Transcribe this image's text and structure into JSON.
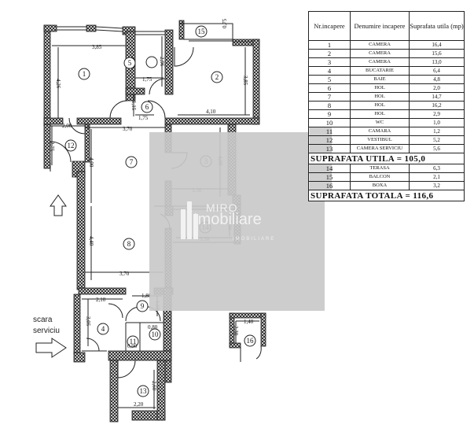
{
  "legend": {
    "headers": {
      "nr": "Nr.incapere",
      "name": "Denumire incapere",
      "area": "Suprafata utila (mp)"
    },
    "rows": [
      {
        "nr": "1",
        "name": "CAMERA",
        "area": "16,4"
      },
      {
        "nr": "2",
        "name": "CAMERA",
        "area": "15,6"
      },
      {
        "nr": "3",
        "name": "CAMERA",
        "area": "13,0"
      },
      {
        "nr": "4",
        "name": "BUCATARIE",
        "area": "6,4"
      },
      {
        "nr": "5",
        "name": "BAIE",
        "area": "4,8"
      },
      {
        "nr": "6",
        "name": "HOL",
        "area": "2,0"
      },
      {
        "nr": "7",
        "name": "HOL",
        "area": "14,7"
      },
      {
        "nr": "8",
        "name": "HOL",
        "area": "16,2"
      },
      {
        "nr": "9",
        "name": "HOL",
        "area": "2,9"
      },
      {
        "nr": "10",
        "name": "WC",
        "area": "1,0"
      },
      {
        "nr": "11",
        "name": "CAMARA",
        "area": "1,2"
      },
      {
        "nr": "12",
        "name": "VESTIBUL",
        "area": "5,2"
      },
      {
        "nr": "13",
        "name": "CAMERA SERVICIU",
        "area": "5,6"
      }
    ],
    "subtotal": "SUPRAFATA UTILA = 105,0",
    "extra_rows": [
      {
        "nr": "14",
        "name": "TERASA",
        "area": "6,3"
      },
      {
        "nr": "15",
        "name": "BALCON",
        "area": "2,1"
      },
      {
        "nr": "16",
        "name": "BOXA",
        "area": "3,2"
      }
    ],
    "total": "SUPRAFATA TOTALA = 116,6"
  },
  "plan": {
    "rooms": {
      "r1": "1",
      "r2": "2",
      "r3": "3",
      "r4": "4",
      "r5": "5",
      "r6": "6",
      "r7": "7",
      "r8": "8",
      "r9": "9",
      "r10": "10",
      "r11": "11",
      "r12": "12",
      "r13": "13",
      "r14": "14",
      "r15": "15",
      "r16": "16"
    },
    "dims": {
      "d1w": "3,85",
      "d1h": "4,26",
      "d5w": "1,75",
      "d5h": "2,96",
      "d6w": "1,75",
      "d6h": "1,15",
      "d2w": "4,10",
      "d2h": "3,85",
      "d15h": "0,75",
      "d12w": "2,00",
      "d12h": "2,75",
      "d7w": "3,70",
      "d7h": "4,00",
      "d3w": "3,30",
      "d3h": "4,00",
      "d14w": "3,30",
      "d14h": "1,90",
      "d8w": "3,70",
      "d8h": "4,40",
      "d4w": "2,10",
      "d4h": "3,05",
      "d9w": "1,80",
      "d9h": "1,60",
      "d10w": "0,80",
      "d11w": "0,90",
      "d13w": "2,20",
      "d13h": "2,60",
      "d16w": "1,40",
      "d16h": "2,30"
    },
    "labels": {
      "service_stairs_line1": "scara",
      "service_stairs_line2": "serviciu"
    }
  },
  "watermark": {
    "line1": "MIRO",
    "line2": "Imobiliare",
    "line3": "IMOBILIARE"
  },
  "colors": {
    "wall_hatch": "#222222",
    "watermark_bg": "#c9c9c9"
  }
}
